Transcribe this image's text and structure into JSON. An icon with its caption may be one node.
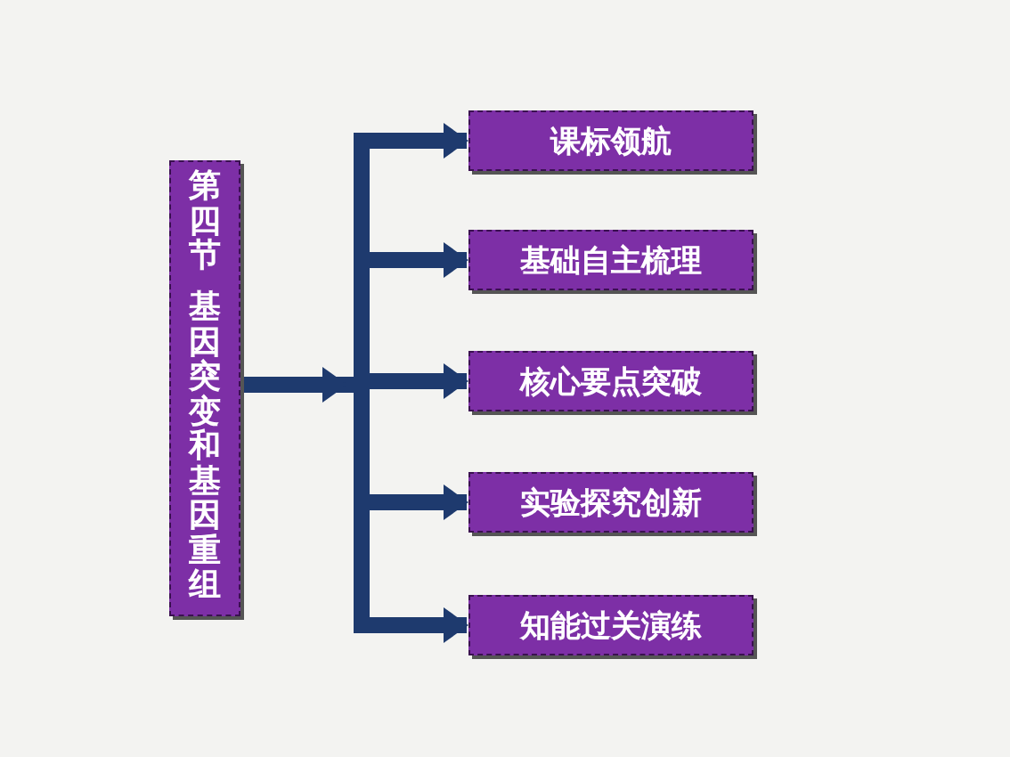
{
  "diagram": {
    "nodes": [
      {
        "text": [
          "第四节",
          "基因突变和基因重组"
        ]
      },
      {
        "text": [
          "课标领航"
        ]
      },
      {
        "text": [
          "基础自主梳理"
        ]
      },
      {
        "text": [
          "核心要点突破"
        ]
      },
      {
        "text": [
          "实验探究创新"
        ]
      },
      {
        "text": [
          "知能过关演练"
        ]
      }
    ],
    "edges": [
      {
        "from": 0,
        "to": 1,
        "arrow": "to"
      },
      {
        "from": 0,
        "to": 2,
        "arrow": "to"
      },
      {
        "from": 0,
        "to": 3,
        "arrow": "to"
      },
      {
        "from": 0,
        "to": 4,
        "arrow": "to"
      },
      {
        "from": 0,
        "to": 5,
        "arrow": "to"
      }
    ]
  }
}
